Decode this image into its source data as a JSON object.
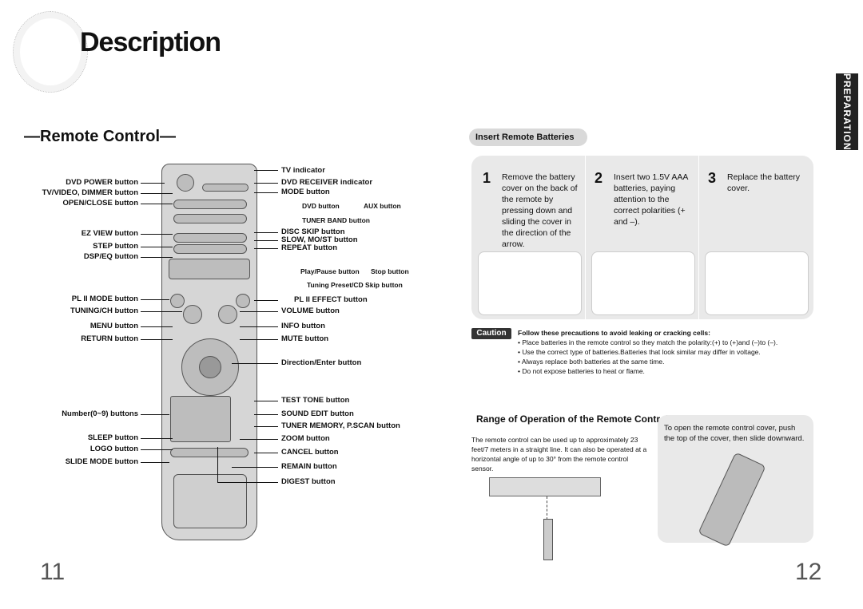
{
  "page": {
    "title": "Description",
    "section_title": "—Remote Control—",
    "side_tab": "PREPARATION",
    "page_left": "11",
    "page_right": "12"
  },
  "remote_left_labels": [
    "DVD POWER button",
    "TV/VIDEO, DIMMER button",
    "OPEN/CLOSE button",
    "EZ VIEW button",
    "STEP button",
    "DSP/EQ button",
    "PL II MODE button",
    "TUNING/CH button",
    "MENU button",
    "RETURN button",
    "Number(0~9) buttons",
    "SLEEP button",
    "LOGO button",
    "SLIDE MODE button"
  ],
  "remote_right_labels": [
    "TV  indicator",
    "DVD RECEIVER  indicator",
    "MODE button",
    "DVD button",
    "AUX button",
    "TUNER BAND button",
    "DISC SKIP button",
    "SLOW, MO/ST button",
    "REPEAT button",
    "Play/Pause button",
    "Stop button",
    "Tuning Preset/CD Skip button",
    "PL II EFFECT button",
    "VOLUME button",
    "INFO button",
    "MUTE button",
    "Direction/Enter button",
    "TEST TONE button",
    "SOUND EDIT button",
    "TUNER MEMORY, P.SCAN button",
    "ZOOM button",
    "CANCEL button",
    "REMAIN button",
    "DIGEST button"
  ],
  "batteries": {
    "heading": "Insert Remote Batteries",
    "steps": [
      {
        "num": "1",
        "text": "Remove the battery cover on the back of the remote by pressing down and sliding the cover in the direction of the arrow."
      },
      {
        "num": "2",
        "text": "Insert two 1.5V AAA batteries, paying attention to the correct polarities (+ and –)."
      },
      {
        "num": "3",
        "text": "Replace the battery cover."
      }
    ]
  },
  "caution": {
    "label": "Caution",
    "heading": "Follow these precautions to avoid leaking or cracking cells:",
    "items": [
      "Place batteries in the remote control so they match the polarity:(+) to (+)and (–)to (–).",
      "Use the correct type of batteries.Batteries that look similar may differ in voltage.",
      "Always replace both batteries at the same time.",
      "Do not expose batteries to heat or flame."
    ]
  },
  "range": {
    "heading": "Range of Operation of the Remote Control",
    "text": "The remote control can be used up to approximately 23 feet/7 meters in a straight line. It can also be operated at a horizontal angle of up to 30° from the remote control sensor."
  },
  "cover_note": "To open the remote control cover, push the top of the cover, then slide downward.",
  "colors": {
    "panel": "#e9e9e9",
    "pill": "#d9d9d9",
    "tab": "#222222"
  }
}
